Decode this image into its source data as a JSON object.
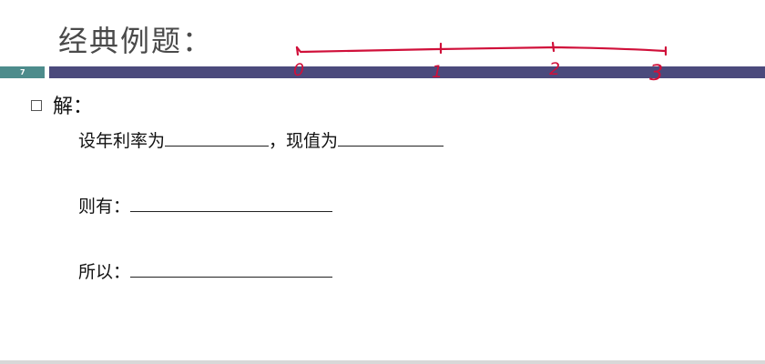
{
  "slide": {
    "title": "经典例题：",
    "slide_number": "7",
    "bullet": "解：",
    "lines": {
      "rate_label": "设年利率为",
      "separator": "，",
      "pv_label": "现值为",
      "then_label": "则有：",
      "so_label": "所以："
    }
  },
  "annotation": {
    "timeline_labels": [
      "0",
      "1",
      "2",
      "3"
    ],
    "ink_color": "#d0103a"
  },
  "colors": {
    "band": "#4b4a7c",
    "number_box": "#4d8c8c",
    "title": "#4a4a4a"
  }
}
